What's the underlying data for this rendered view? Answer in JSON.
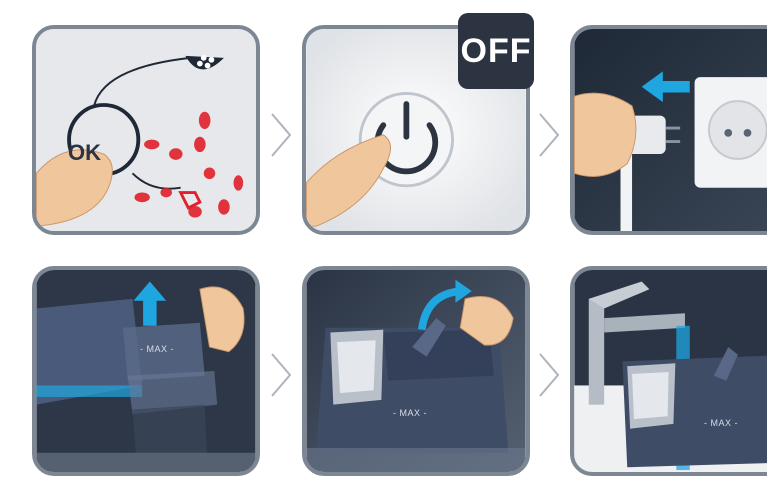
{
  "steps": {
    "ok_button_label": "OK",
    "off_badge_label": "OFF",
    "max_mark_1": "- MAX -",
    "max_mark_2": "- MAX -",
    "max_mark_3": "- MAX -"
  },
  "colors": {
    "panel_border": "#7d8794",
    "dark_background": "#1e2836",
    "arrow_blue": "#1fa6e0",
    "indicator_red": "#e0202a",
    "tank_blue": "#4a5a7a"
  },
  "icons": [
    "power-icon",
    "chevron-right-icon",
    "up-arrow-icon",
    "left-arrow-icon",
    "curved-arrow-icon",
    "water-drop-icon",
    "descale-icon"
  ]
}
